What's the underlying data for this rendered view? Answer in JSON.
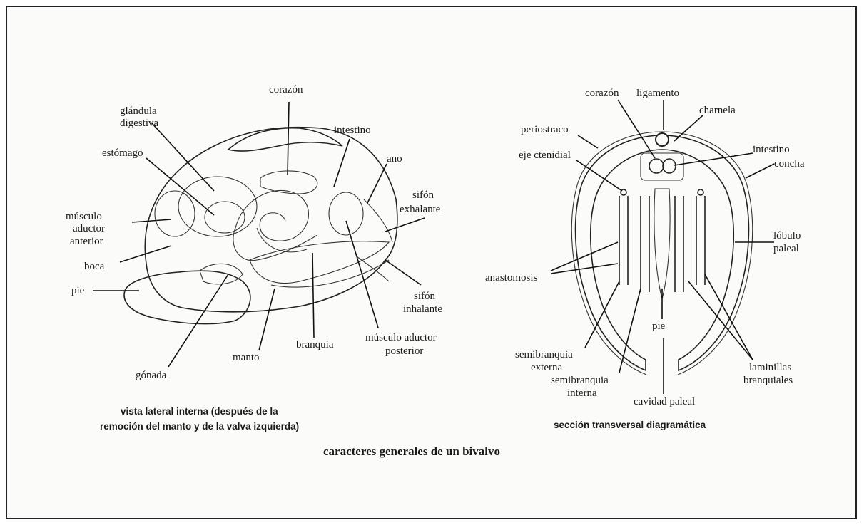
{
  "figure": {
    "title": "caracteres generales de un bivalvo",
    "left_caption_line1": "vista lateral interna (después de la",
    "left_caption_line2": "remoción del manto y de la valva izquierda)",
    "right_caption": "sección transversal diagramática"
  },
  "lateral_view": {
    "labels": {
      "glandula_1": "glándula",
      "glandula_2": "digestiva",
      "corazon": "corazón",
      "intestino": "intestino",
      "estomago": "estómago",
      "ano": "ano",
      "sifon_exhalante_1": "sifón",
      "sifon_exhalante_2": "exhalante",
      "musculo_anterior_1": "músculo",
      "musculo_anterior_2": "aductor",
      "musculo_anterior_3": "anterior",
      "boca": "boca",
      "pie": "pie",
      "sifon_inhalante_1": "sifón",
      "sifon_inhalante_2": "inhalante",
      "branquia": "branquia",
      "musculo_posterior_1": "músculo aductor",
      "musculo_posterior_2": "posterior",
      "manto": "manto",
      "gonada": "gónada"
    }
  },
  "cross_section": {
    "labels": {
      "ligamento": "ligamento",
      "corazon": "corazón",
      "charnela": "charnela",
      "periostraco": "periostraco",
      "intestino": "intestino",
      "eje_ctenidial": "eje ctenidial",
      "concha": "concha",
      "lobulo_1": "lóbulo",
      "lobulo_2": "paleal",
      "anastomosis": "anastomosis",
      "pie": "pie",
      "semi_externa_1": "semibranquia",
      "semi_externa_2": "externa",
      "semi_interna_1": "semibranquia",
      "semi_interna_2": "interna",
      "laminillas_1": "laminillas",
      "laminillas_2": "branquiales",
      "cavidad": "cavidad paleal"
    }
  }
}
